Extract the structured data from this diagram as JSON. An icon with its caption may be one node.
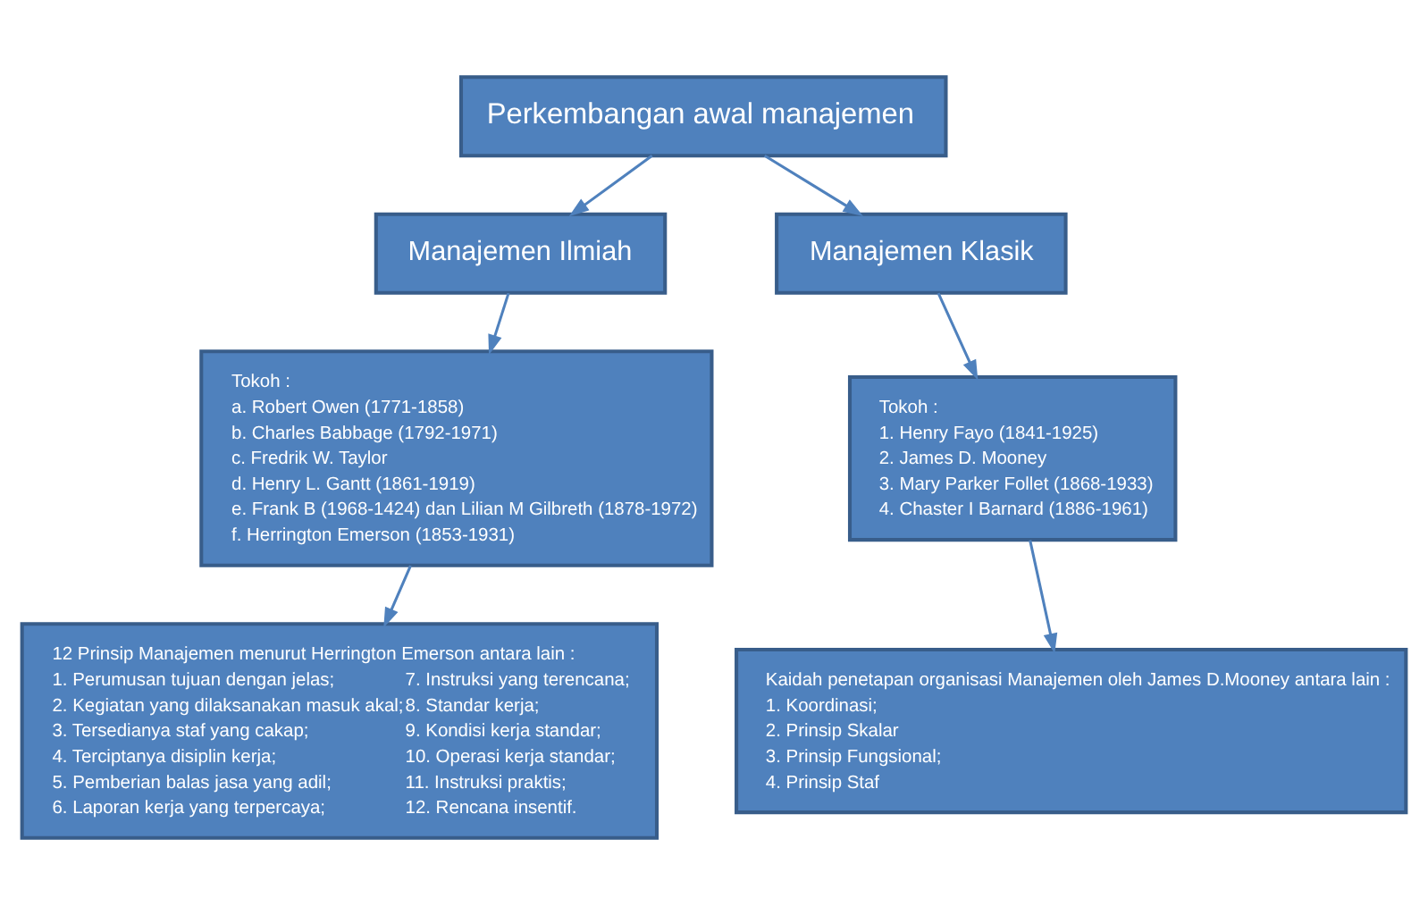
{
  "diagram": {
    "nodes": [
      {
        "text": [
          "Perkembangan awal manajemen"
        ]
      },
      {
        "text": [
          "Manajemen Ilmiah"
        ]
      },
      {
        "text": [
          "Manajemen Klasik"
        ]
      },
      {
        "text": [
          "Tokoh :",
          "a. Robert Owen (1771-1858)",
          "b. Charles Babbage (1792-1971)",
          "c. Fredrik W. Taylor",
          "d. Henry L. Gantt (1861-1919)",
          "e. Frank B (1968-1424) dan Lilian M Gilbreth (1878-1972)",
          "f. Herrington Emerson (1853-1931)"
        ]
      },
      {
        "text": [
          "Tokoh :",
          "1. Henry Fayo (1841-1925)",
          "2. James D. Mooney",
          "3. Mary Parker Follet (1868-1933)",
          "4. Chaster I Barnard (1886-1961)"
        ]
      },
      {
        "text": [
          "12 Prinsip Manajemen menurut Herrington Emerson antara lain :",
          "1. Perumusan tujuan dengan jelas;",
          "2. Kegiatan yang dilaksanakan masuk akal;",
          "3. Tersedianya staf yang cakap;",
          "4. Terciptanya disiplin kerja;",
          "5. Pemberian balas jasa yang adil;",
          "6. Laporan kerja yang terpercaya;",
          "7. Instruksi yang terencana;",
          "8. Standar kerja;",
          "9. Kondisi kerja standar;",
          "10. Operasi kerja standar;",
          "11. Instruksi praktis;",
          "12. Rencana insentif."
        ]
      },
      {
        "text": [
          "Kaidah penetapan organisasi Manajemen oleh James D.Mooney antara lain :",
          "1. Koordinasi;",
          "2. Prinsip Skalar",
          "3. Prinsip Fungsional;",
          "4. Prinsip Staf"
        ]
      }
    ],
    "edges": [
      {
        "from": 0,
        "to": 1,
        "arrow": "to"
      },
      {
        "from": 0,
        "to": 2,
        "arrow": "to"
      },
      {
        "from": 1,
        "to": 3,
        "arrow": "to"
      },
      {
        "from": 3,
        "to": 5,
        "arrow": "to"
      },
      {
        "from": 2,
        "to": 4,
        "arrow": "to"
      },
      {
        "from": 4,
        "to": 6,
        "arrow": "to"
      }
    ]
  }
}
